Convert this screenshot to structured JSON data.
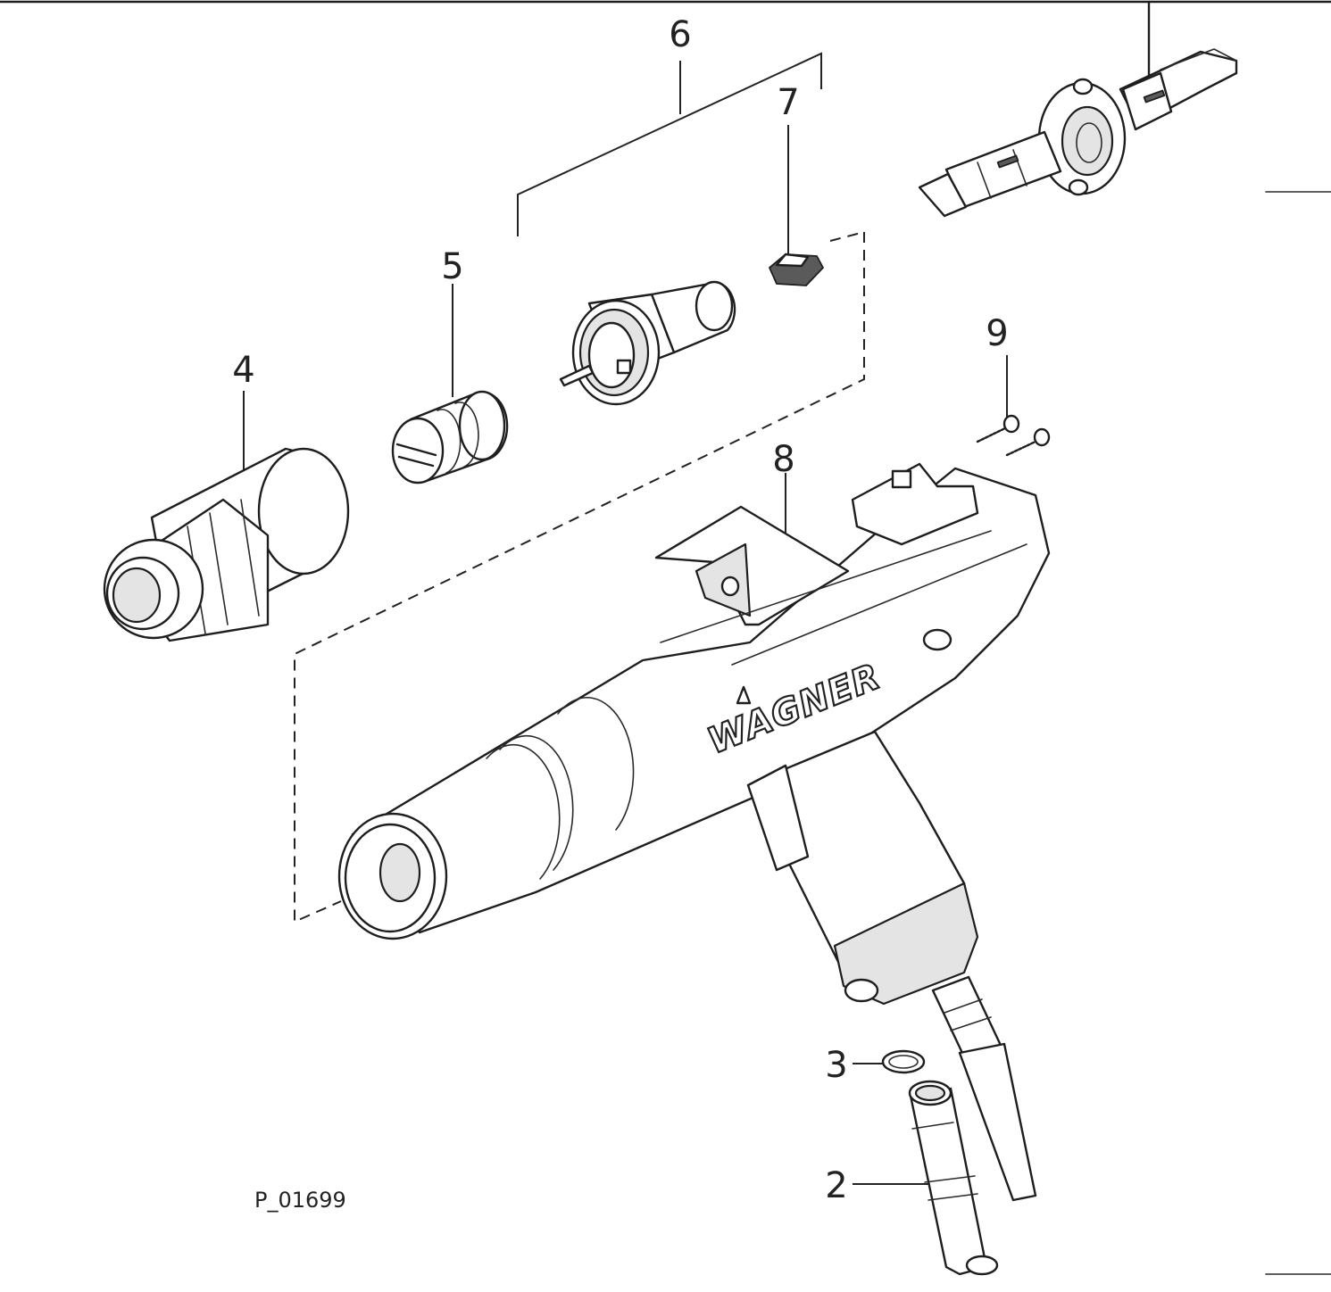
{
  "figure": {
    "reference_code": "P_01699",
    "brand_text": "WAGNER",
    "part_labels": [
      "6",
      "7",
      "5",
      "4",
      "9",
      "8",
      "3",
      "2"
    ]
  }
}
